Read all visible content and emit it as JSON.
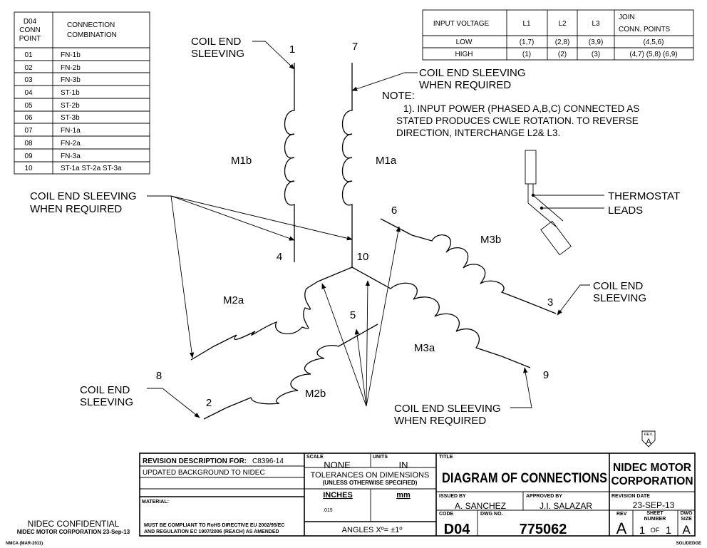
{
  "conn_table": {
    "header_point": [
      "D04",
      "CONN",
      "POINT"
    ],
    "header_combination": [
      "CONNECTION",
      "COMBINATION"
    ],
    "rows": [
      {
        "point": "01",
        "combination": "FN-1b"
      },
      {
        "point": "02",
        "combination": "FN-2b"
      },
      {
        "point": "03",
        "combination": "FN-3b"
      },
      {
        "point": "04",
        "combination": "ST-1b"
      },
      {
        "point": "05",
        "combination": "ST-2b"
      },
      {
        "point": "06",
        "combination": "ST-3b"
      },
      {
        "point": "07",
        "combination": "FN-1a"
      },
      {
        "point": "08",
        "combination": "FN-2a"
      },
      {
        "point": "09",
        "combination": "FN-3a"
      },
      {
        "point": "10",
        "combination": "ST-1a ST-2a ST-3a"
      }
    ]
  },
  "voltage_table": {
    "headers": {
      "input_voltage": "INPUT VOLTAGE",
      "l1": "L1",
      "l2": "L2",
      "l3": "L3",
      "join_1": "JOIN",
      "join_2": "CONN. POINTS"
    },
    "rows": [
      {
        "voltage": "LOW",
        "l1": "(1,7)",
        "l2": "(2,8)",
        "l3": "(3,9)",
        "join": "(4,5,6)"
      },
      {
        "voltage": "HIGH",
        "l1": "(1)",
        "l2": "(2)",
        "l3": "(3)",
        "join": "(4,7) (5,8) (6,9)"
      }
    ]
  },
  "note": {
    "heading": "NOTE:",
    "lines": [
      "1). INPUT POWER (PHASED A,B,C) CONNECTED AS",
      "STATED PRODUCES CWLE ROTATION. TO REVERSE",
      "DIRECTION, INTERCHANGE L2& L3."
    ]
  },
  "callouts": {
    "coil_end_sleeving_1": "COIL END",
    "coil_end_sleeving_2": "SLEEVING",
    "when_required_1": "COIL END SLEEVING",
    "when_required_2": "WHEN REQUIRED",
    "thermostat": "THERMOSTAT",
    "leads": "LEADS"
  },
  "coils": {
    "m1a": "M1a",
    "m1b": "M1b",
    "m2a": "M2a",
    "m2b": "M2b",
    "m3a": "M3a",
    "m3b": "M3b"
  },
  "terminals": {
    "t1": "1",
    "t2": "2",
    "t3": "3",
    "t4": "4",
    "t5": "5",
    "t6": "6",
    "t7": "7",
    "t8": "8",
    "t9": "9",
    "t10": "10"
  },
  "rev_marker": {
    "label": "REV.",
    "value": "A"
  },
  "confidential": {
    "line1": "NIDEC CONFIDENTIAL",
    "line2": "NIDEC MOTOR CORPORATION 23-Sep-13"
  },
  "nmca": "NMCA (MAR-2011)",
  "solidedge": "SOLIDEDGE",
  "title_block": {
    "revision_label": "REVISION DESCRIPTION FOR:",
    "revision_for": "C8396-14",
    "revision_desc": "UPDATED BACKGROUND TO NIDEC",
    "material_label": "MATERIAL:",
    "compliance_1": "MUST BE COMPLIANT TO RoHS DIRECTIVE EU 2002/95/EC",
    "compliance_2": "AND REGULATION EC 1907/2006 (REACH) AS AMENDED",
    "scale_label": "SCALE",
    "scale_value": "NONE",
    "units_label": "UNITS",
    "units_value": "IN",
    "tolerances_1": "TOLERANCES ON DIMENSIONS",
    "tolerances_2": "(UNLESS OTHERWISE SPECIFIED)",
    "inches": "INCHES",
    "mm": "mm",
    "tol_value": ".015",
    "angles": "ANGLES  Xº= ±1º",
    "title_label": "TITLE",
    "title": "DIAGRAM OF CONNECTIONS",
    "company_1": "NIDEC MOTOR",
    "company_2": "CORPORATION",
    "issued_by_label": "ISSUED BY",
    "issued_by": "A. SANCHEZ",
    "approved_by_label": "APPROVED BY",
    "approved_by": "J.I. SALAZAR",
    "revision_date_label": "REVISION DATE",
    "revision_date": "23-SEP-13",
    "code_label": "CODE",
    "code": "D04",
    "dwg_no_label": "DWG NO.",
    "dwg_no": "775062",
    "rev_label": "REV",
    "rev": "A",
    "sheet_label_1": "SHEET",
    "sheet_label_2": "NUMBER",
    "sheet_num": "1",
    "sheet_of": "OF",
    "sheet_total": "1",
    "dwg_size_label_1": "DWG",
    "dwg_size_label_2": "SIZE",
    "dwg_size": "A"
  }
}
